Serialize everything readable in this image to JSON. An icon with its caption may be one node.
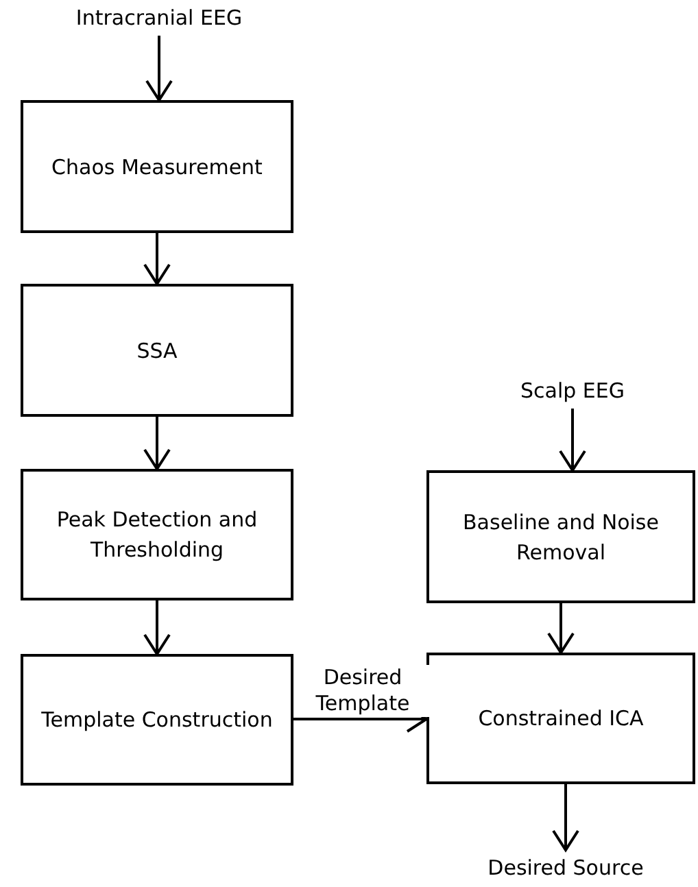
{
  "diagram": {
    "nodes": [
      {
        "text": [
          "Intracranial EEG"
        ]
      },
      {
        "text": [
          "Chaos Measurement"
        ]
      },
      {
        "text": [
          "SSA"
        ]
      },
      {
        "text": [
          "Peak Detection and Thresholding"
        ]
      },
      {
        "text": [
          "Template Construction"
        ]
      },
      {
        "text": [
          "Scalp EEG"
        ]
      },
      {
        "text": [
          "Baseline and Noise Removal"
        ]
      },
      {
        "text": [
          "Constrained ICA"
        ]
      },
      {
        "text": [
          "Desired Source"
        ]
      }
    ],
    "edges": [
      {
        "from": 0,
        "to": 1,
        "arrow": "to"
      },
      {
        "from": 1,
        "to": 2,
        "arrow": "to"
      },
      {
        "from": 2,
        "to": 3,
        "arrow": "to"
      },
      {
        "from": 3,
        "to": 4,
        "arrow": "to"
      },
      {
        "from": 4,
        "to": 7,
        "arrow": "to",
        "label": "Desired Template"
      },
      {
        "from": 5,
        "to": 6,
        "arrow": "to"
      },
      {
        "from": 6,
        "to": 7,
        "arrow": "to"
      },
      {
        "from": 7,
        "to": 8,
        "arrow": "to"
      }
    ]
  }
}
